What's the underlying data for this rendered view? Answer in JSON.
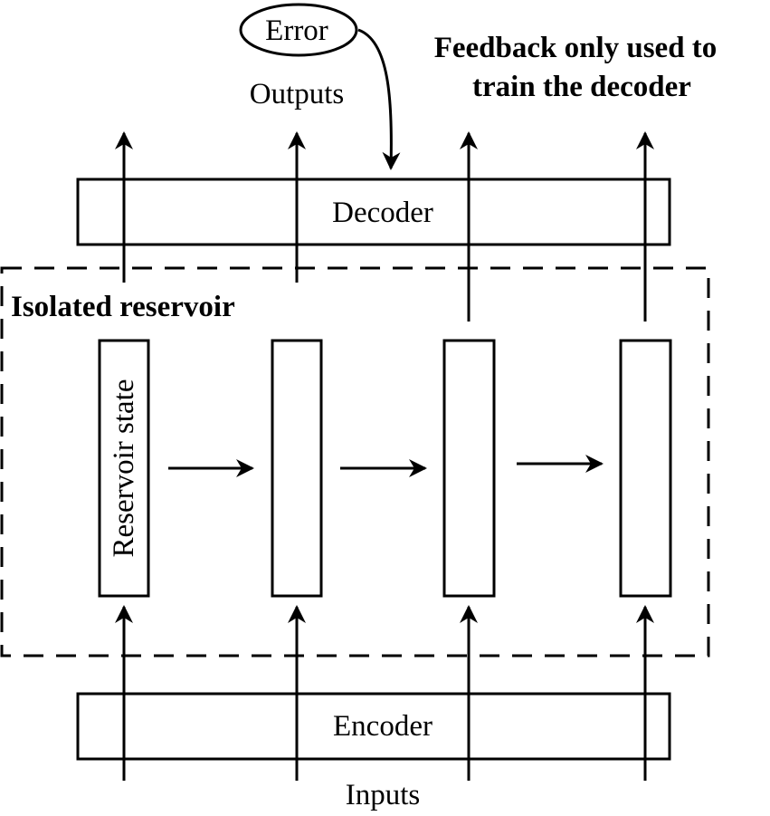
{
  "diagram": {
    "labels": {
      "error": "Error",
      "outputs": "Outputs",
      "feedback_line1": "Feedback only used to",
      "feedback_line2": "train the decoder",
      "decoder": "Decoder",
      "encoder": "Encoder",
      "inputs": "Inputs",
      "reservoir_title": "Isolated reservoir",
      "reservoir_state": "Reservoir state"
    }
  }
}
